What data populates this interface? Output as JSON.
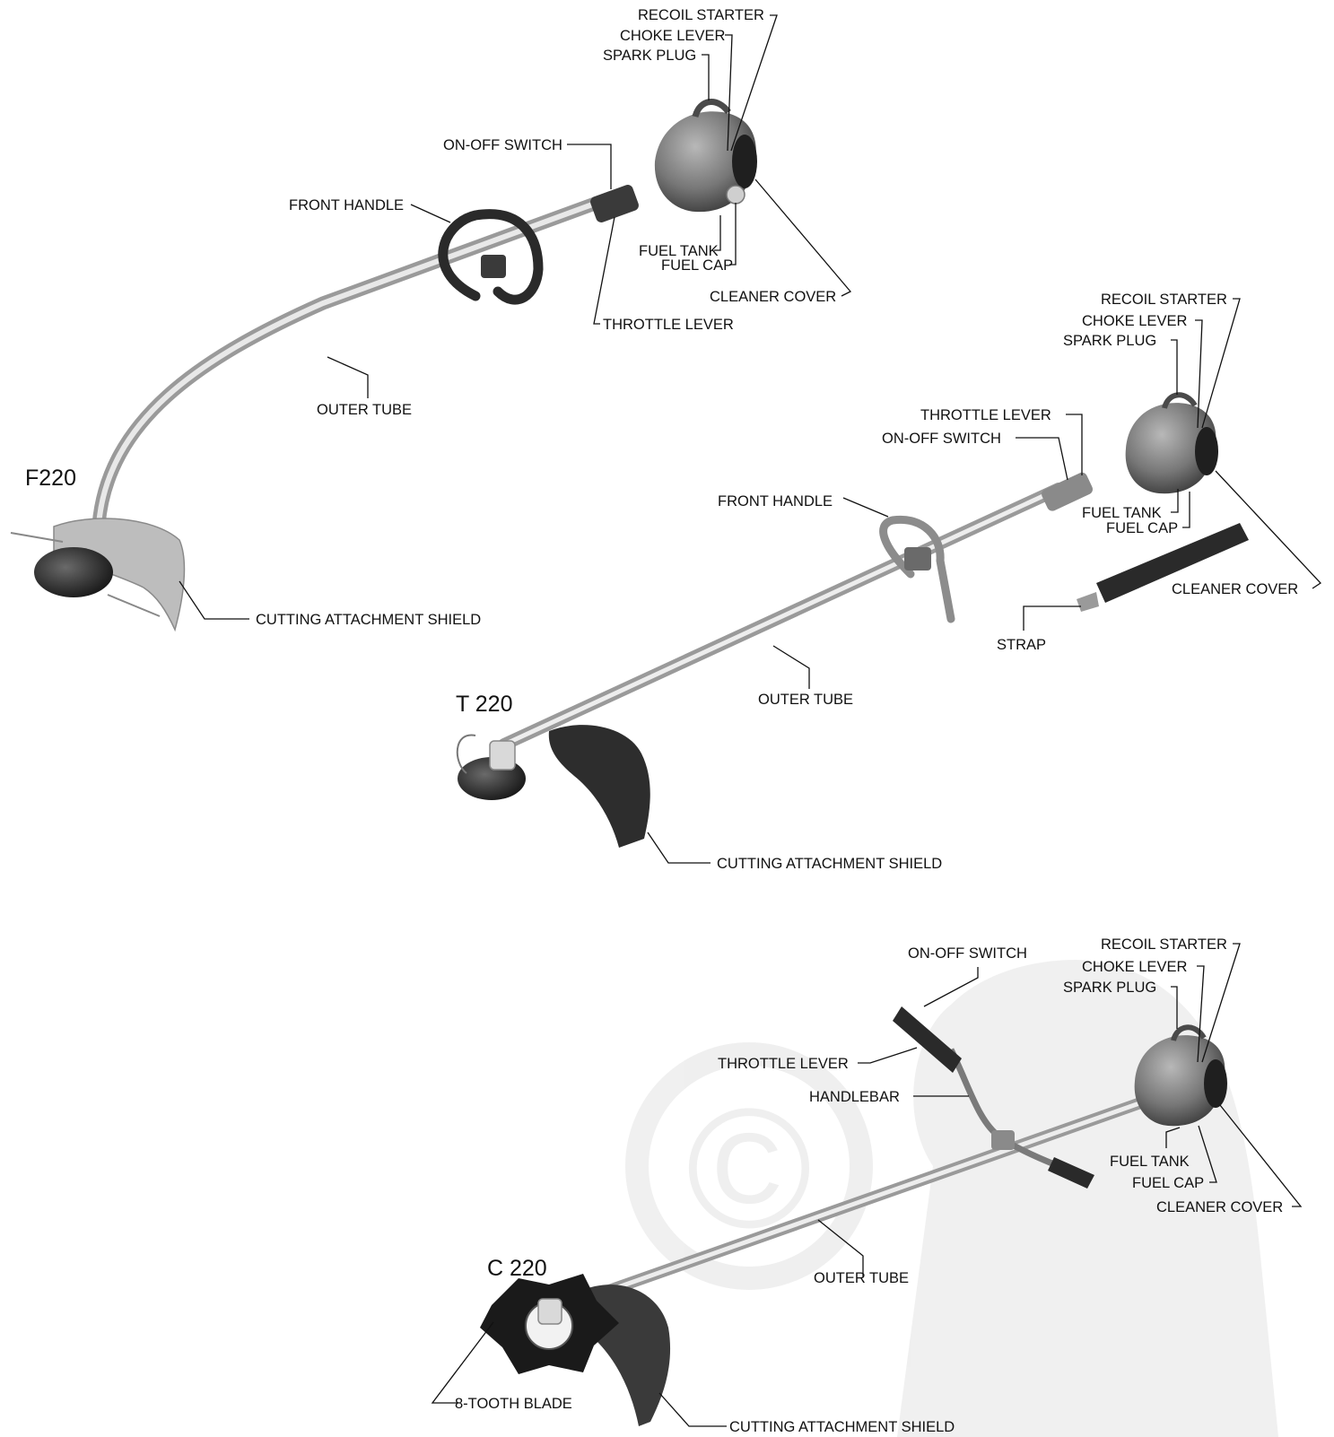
{
  "models": [
    {
      "name": "F220",
      "labels": {
        "recoil_starter": "RECOIL STARTER",
        "choke_lever": "CHOKE LEVER",
        "spark_plug": "SPARK PLUG",
        "on_off_switch": "ON-OFF SWITCH",
        "front_handle": "FRONT HANDLE",
        "fuel_tank": "FUEL TANK",
        "fuel_cap": "FUEL CAP",
        "cleaner_cover": "CLEANER COVER",
        "throttle_lever": "THROTTLE LEVER",
        "outer_tube": "OUTER TUBE",
        "cutting_attachment_shield": "CUTTING ATTACHMENT SHIELD"
      }
    },
    {
      "name": "T 220",
      "labels": {
        "recoil_starter": "RECOIL STARTER",
        "choke_lever": "CHOKE LEVER",
        "spark_plug": "SPARK PLUG",
        "throttle_lever": "THROTTLE LEVER",
        "on_off_switch": "ON-OFF SWITCH",
        "front_handle": "FRONT HANDLE",
        "fuel_tank": "FUEL TANK",
        "fuel_cap": "FUEL CAP",
        "cleaner_cover": "CLEANER COVER",
        "strap": "STRAP",
        "outer_tube": "OUTER TUBE",
        "cutting_attachment_shield": "CUTTING ATTACHMENT SHIELD"
      }
    },
    {
      "name": "C 220",
      "labels": {
        "on_off_switch": "ON-OFF SWITCH",
        "recoil_starter": "RECOIL STARTER",
        "choke_lever": "CHOKE LEVER",
        "spark_plug": "SPARK PLUG",
        "throttle_lever": "THROTTLE LEVER",
        "handlebar": "HANDLEBAR",
        "fuel_tank": "FUEL TANK",
        "fuel_cap": "FUEL CAP",
        "cleaner_cover": "CLEANER COVER",
        "outer_tube": "OUTER TUBE",
        "blade": "8-TOOTH BLADE",
        "cutting_attachment_shield": "CUTTING ATTACHMENT SHIELD"
      }
    }
  ],
  "watermark": {
    "symbol": "©"
  }
}
